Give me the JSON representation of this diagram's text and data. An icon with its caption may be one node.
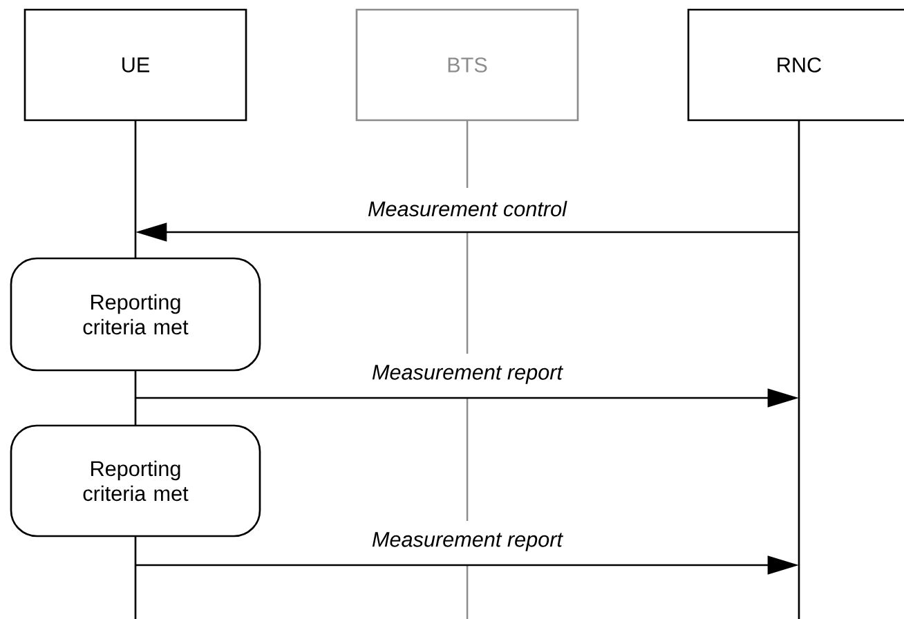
{
  "diagram": {
    "nodes": [
      {
        "text": [
          "UE"
        ]
      },
      {
        "text": [
          "BTS"
        ]
      },
      {
        "text": [
          "RNC"
        ]
      },
      {
        "text": [
          "Reporting criteria met"
        ]
      },
      {
        "text": [
          "Reporting criteria met"
        ]
      }
    ],
    "edges": [
      {
        "from": 2,
        "to": 0,
        "arrow": "to",
        "label": "Measurement control"
      },
      {
        "from": 0,
        "to": 2,
        "arrow": "to",
        "label": "Measurement report"
      },
      {
        "from": 0,
        "to": 2,
        "arrow": "to",
        "label": "Measurement report"
      }
    ]
  }
}
